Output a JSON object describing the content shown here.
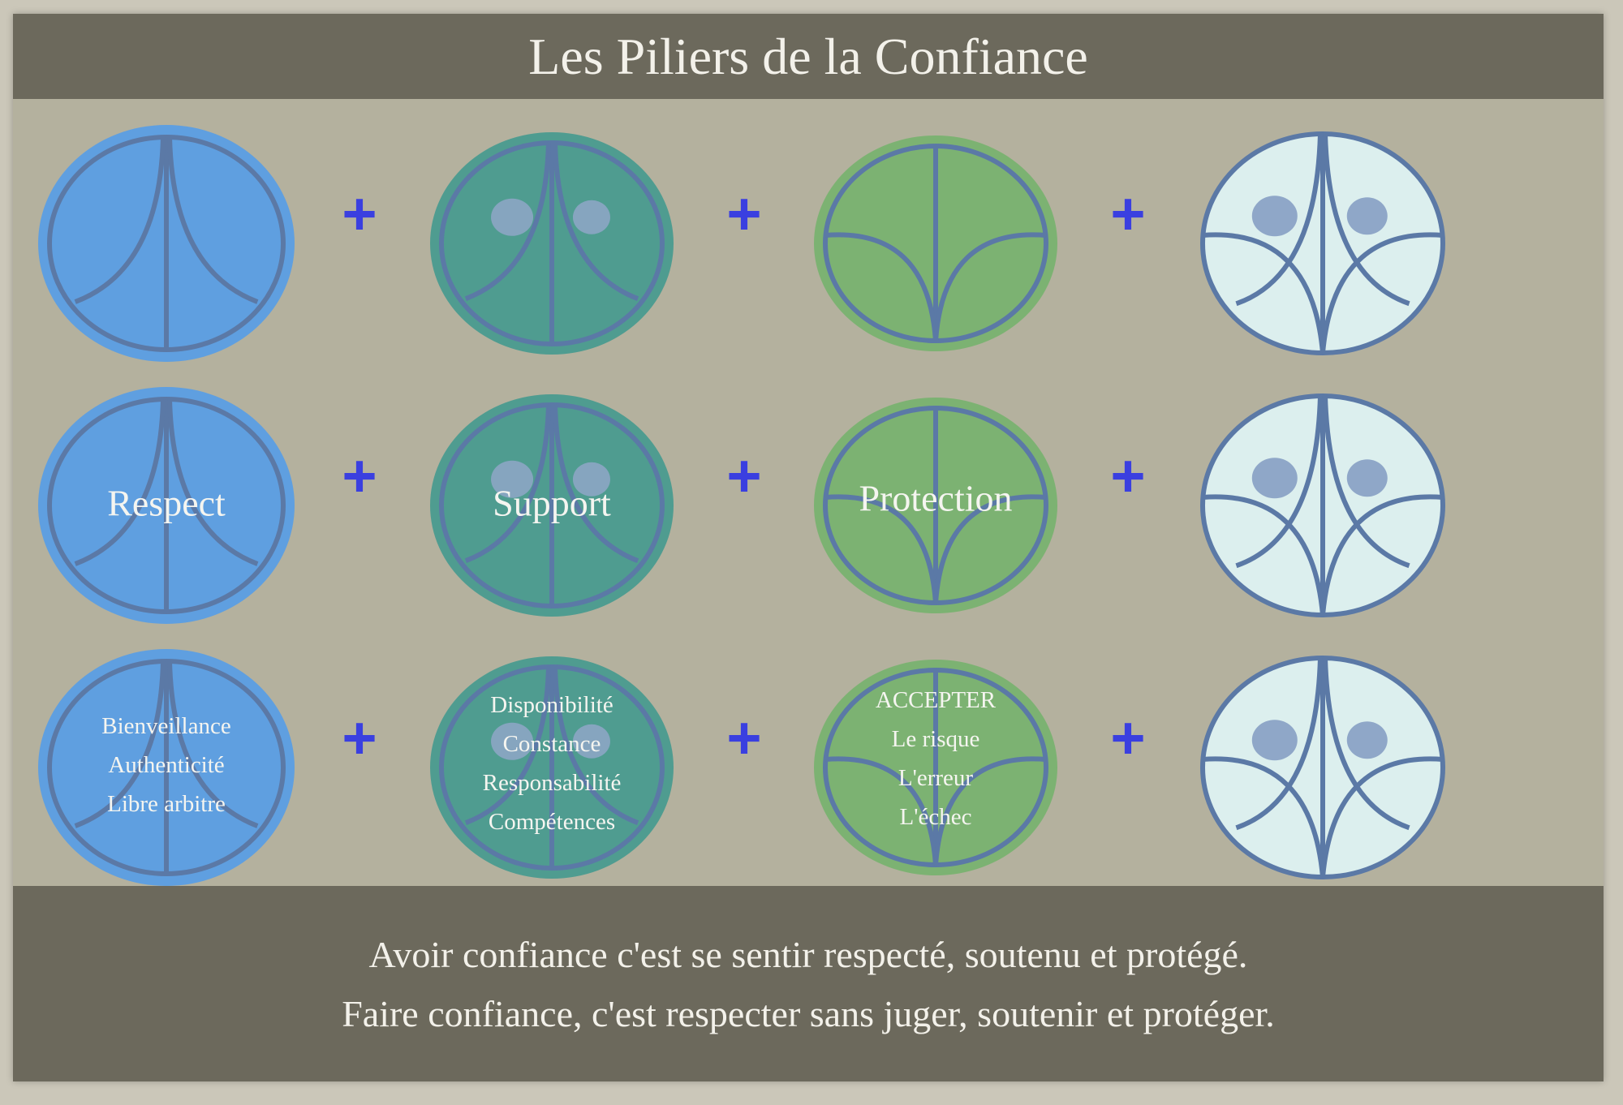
{
  "title": "Les Piliers de la Confiance",
  "colors": {
    "respect": "#5f9fe0",
    "support": "#4f9c90",
    "protection": "#7cb272",
    "synthesis": "#dcefee",
    "stroke": "#5b79a6",
    "plus": "#3a3fe0",
    "dots": "#8fa7c8"
  },
  "rows": [
    {
      "operator": "+",
      "cells": [
        {
          "label": ""
        },
        {
          "label": ""
        },
        {
          "label": ""
        },
        {
          "label": ""
        }
      ]
    },
    {
      "operator": "+",
      "cells": [
        {
          "label": "Respect"
        },
        {
          "label": "Support"
        },
        {
          "label": "Protection"
        },
        {
          "label": ""
        }
      ]
    },
    {
      "operator": "+",
      "cells": [
        {
          "items": [
            "Bienveillance",
            "Authenticité",
            "Libre arbitre"
          ]
        },
        {
          "items": [
            "Disponibilité",
            "Constance",
            "Responsabilité",
            "Compétences"
          ]
        },
        {
          "items": [
            "ACCEPTER",
            "Le risque",
            "L'erreur",
            "L'échec"
          ]
        },
        {
          "items": []
        }
      ]
    }
  ],
  "footer": {
    "line1": "Avoir confiance c'est se sentir respecté, soutenu et protégé.",
    "line2": "Faire confiance, c'est respecter sans juger, soutenir et protéger."
  }
}
